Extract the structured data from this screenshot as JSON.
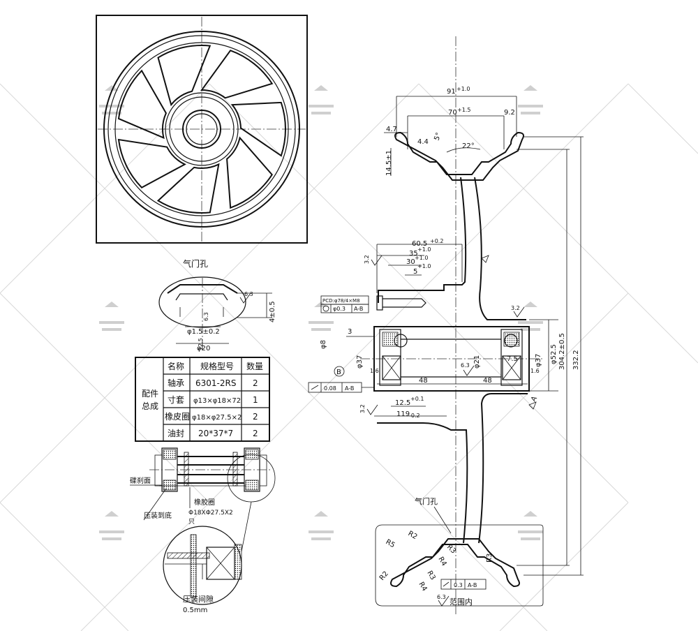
{
  "front_view": {
    "valve_hole_label": "气门孔",
    "surface_mark": "6.3",
    "dim_height": "4±0.5",
    "dim_hole": "φ1.5±0.2",
    "dim_small": "6.3",
    "dim_phi20": "φ20",
    "dim_12_5": "12.5"
  },
  "parts_table": {
    "group_label_line1": "配件",
    "group_label_line2": "总成",
    "headers": [
      "名称",
      "规格型号",
      "数量"
    ],
    "rows": [
      {
        "name": "轴承",
        "spec": "6301-2RS",
        "qty": "2"
      },
      {
        "name": "寸套",
        "spec": "φ13×φ18×72",
        "qty": "1"
      },
      {
        "name": "橡皮圈",
        "spec": "φ18×φ27.5×2",
        "qty": "2"
      },
      {
        "name": "油封",
        "spec": "20*37*7",
        "qty": "2"
      }
    ]
  },
  "assembly_notes": {
    "face_label": "碟刹面",
    "press_label": "压装到底",
    "rubber_label": "橡胶圈",
    "rubber_spec_line1": "Φ18XΦ27.5X2",
    "rubber_spec_line2": "只",
    "gap_label": "压装间隙",
    "gap_value": "0.5mm"
  },
  "section_view": {
    "dim_91": "91",
    "dim_91_tol": "+1.0",
    "dim_70": "70",
    "dim_70_tol": "+1.5",
    "dim_9_2": "9.2",
    "dim_4_7": "4.7",
    "dim_4_4": "4.4",
    "dim_5deg": "5°",
    "dim_22deg": "22°",
    "dim_14": "14.5±1",
    "dim_60_5": "60.5",
    "dim_60_5_tol": "+0.2",
    "dim_35": "35",
    "dim_35_tol": "+1.0",
    "dim_30": "30",
    "dim_30_tol": "+1.0",
    "dim_5": "5",
    "dim_5_tol": "+1.0",
    "pcd_label": "PCD:φ78/4×M8",
    "pos_tol": "φ0.3",
    "datum_ab": "A-B",
    "dim_3": "3",
    "dim_phi8": "φ8",
    "dim_phi37": "φ37",
    "dim_phi21": "φ21",
    "dim_phi37_r": "φ37",
    "dim_phi52_5": "φ52.5",
    "dim_7_5": "7.5",
    "dim_1_6": "1.6",
    "dim_1_6_r": "1.6",
    "surface_6_3": "6.3",
    "datum_b": "B",
    "runout_tol": "0.08",
    "dim_48_l": "48",
    "dim_48_r": "48",
    "dim_12_5": "12.5",
    "dim_12_5_tol": "+0.1",
    "dim_119": "119",
    "dim_119_tol": "-0.2",
    "dim_304": "304.2±0.5",
    "dim_332": "332.2",
    "datum_a": "A",
    "rough_3_2": "3.2",
    "rough_3_2b": "3.2",
    "rough_3_2c": "3.2",
    "valve_hole_label": "气门孔",
    "r5": "R5",
    "r2a": "R2",
    "r3a": "R3",
    "r4": "R4",
    "r2b": "R2",
    "r3b": "R3",
    "r4b": "R4",
    "r3c": "R3",
    "profile_tol": "0.3",
    "range_label": "范围内",
    "rough_6_3": "6.3"
  }
}
